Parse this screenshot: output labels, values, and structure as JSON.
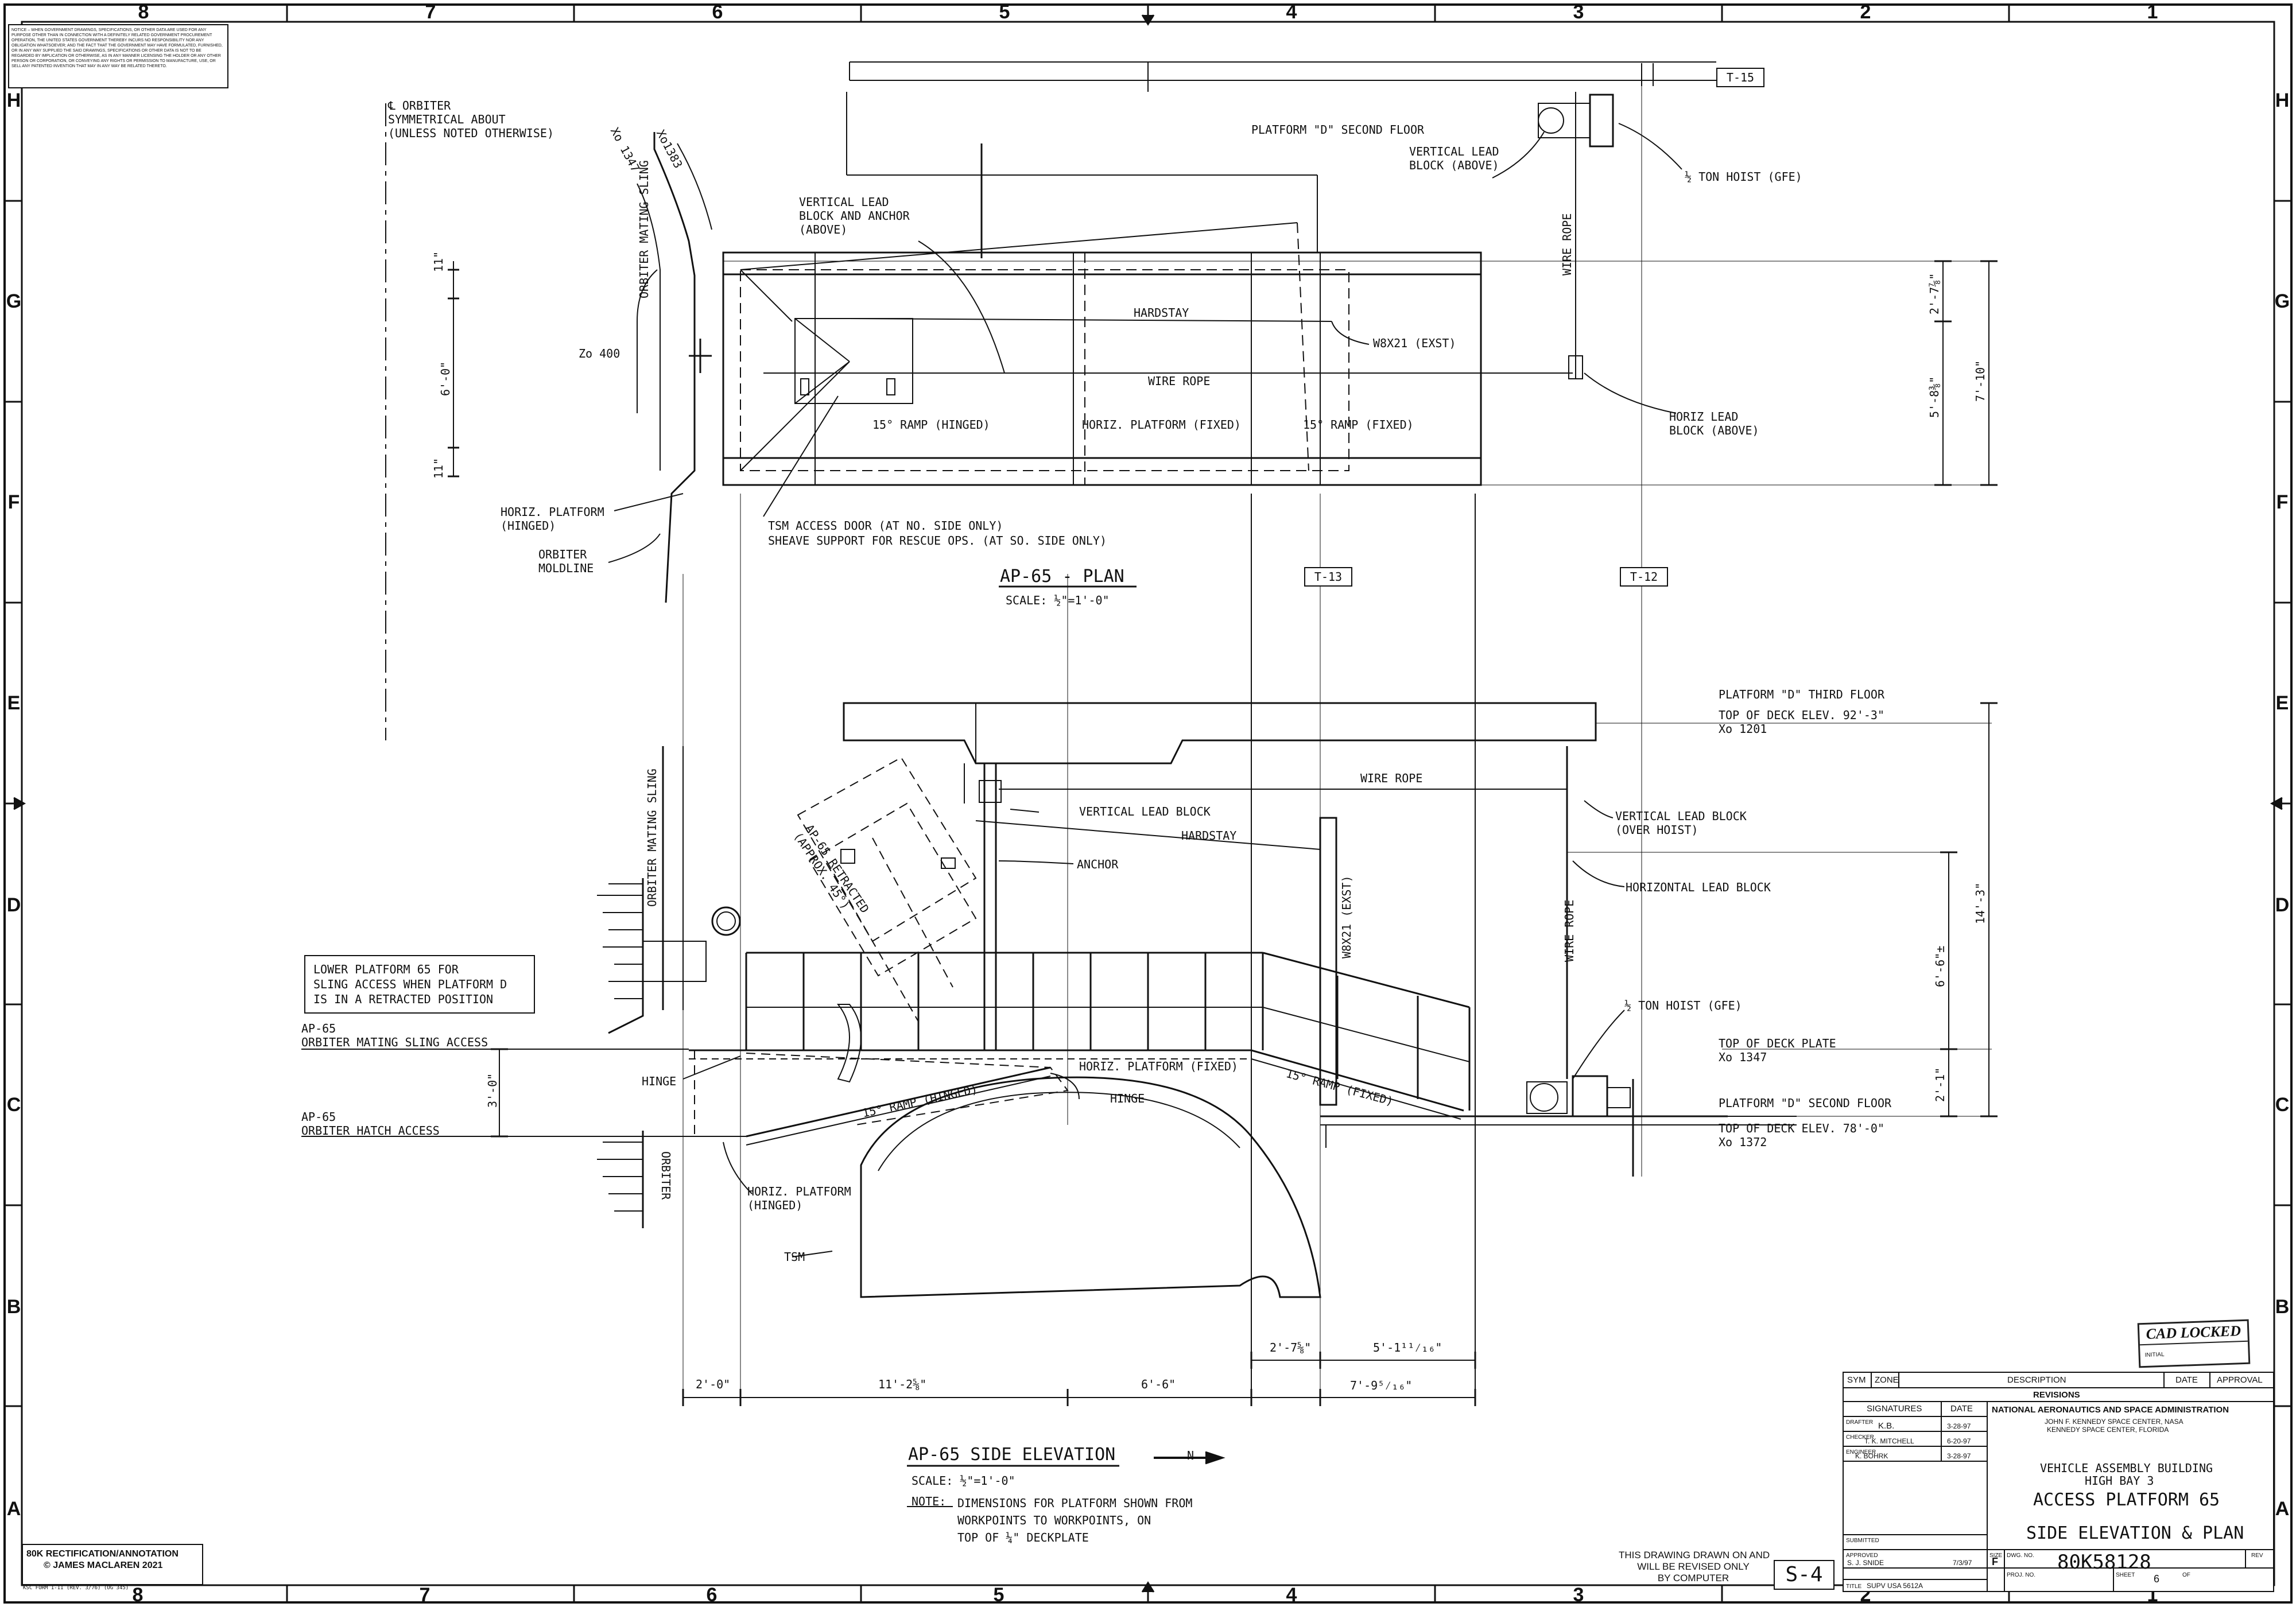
{
  "sheet": {
    "zone_columns": [
      "8",
      "7",
      "6",
      "5",
      "4",
      "3",
      "2",
      "1"
    ],
    "zone_rows": [
      "H",
      "G",
      "F",
      "E",
      "D",
      "C",
      "B",
      "A"
    ],
    "notice_text": "NOTICE – WHEN GOVERNMENT DRAWINGS, SPECIFICATIONS, OR OTHER DATA ARE USED FOR ANY PURPOSE OTHER THAN IN CONNECTION WITH A DEFINITELY RELATED GOVERNMENT PROCUREMENT OPERATION, THE UNITED STATES GOVERNMENT THEREBY INCURS NO RESPONSIBILITY NOR ANY OBLIGATION WHATSOEVER; AND THE FACT THAT THE GOVERNMENT MAY HAVE FORMULATED, FURNISHED, OR IN ANY WAY SUPPLIED THE SAID DRAWINGS, SPECIFICATIONS OR OTHER DATA IS NOT TO BE REGARDED BY IMPLICATION OR OTHERWISE, AS IN ANY MANNER LICENSING THE HOLDER OR ANY OTHER PERSON OR CORPORATION, OR CONVEYING ANY RIGHTS OR PERMISSION TO MANUFACTURE, USE, OR SELL ANY PATENTED INVENTION THAT MAY IN ANY WAY BE RELATED THERETO.",
    "rectification_line1": "80K RECTIFICATION/ANNOTATION",
    "rectification_line2": "© JAMES MACLAREN 2021",
    "form_number": "KSC FORM 1-11 (REV. 3/76) (OG 345)"
  },
  "plan": {
    "title": "AP-65 - PLAN",
    "scale": "SCALE: ½\"=1'-0\"",
    "centerline_note": "℄ ORBITER\nSYMMETRICAL ABOUT\n(UNLESS NOTED OTHERWISE)",
    "labels": {
      "xo1347": "Xo 1347",
      "xo1383": "Xo1383",
      "sling": "ORBITER MATING SLING",
      "zo400": "Zo 400",
      "vertical_lead_anchor": "VERTICAL LEAD\nBLOCK AND ANCHOR\n(ABOVE)",
      "platform_d_second": "PLATFORM \"D\" SECOND FLOOR",
      "vertical_lead_above": "VERTICAL LEAD\nBLOCK (ABOVE)",
      "half_ton_hoist": "½ TON HOIST (GFE)",
      "wire_rope_vert": "WIRE ROPE",
      "hardstay": "HARDSTAY",
      "w8x21": "W8X21 (EXST)",
      "wire_rope": "WIRE ROPE",
      "horiz_lead_above": "HORIZ LEAD\nBLOCK (ABOVE)",
      "ramp_hinged": "15° RAMP (HINGED)",
      "horiz_fixed": "HORIZ. PLATFORM (FIXED)",
      "ramp_fixed": "15° RAMP (FIXED)",
      "horiz_hinged": "HORIZ. PLATFORM\n(HINGED)",
      "moldline": "ORBITER\nMOLDLINE",
      "tsm_door": "TSM ACCESS DOOR (AT NO. SIDE ONLY)",
      "sheave": "SHEAVE SUPPORT FOR RESCUE OPS. (AT SO. SIDE ONLY)"
    },
    "dims": {
      "d11a": "11\"",
      "d6": "6'-0\"",
      "d11b": "11\"",
      "d2_7": "2'-7⅞\"",
      "d5_8": "5'-8⅜\"",
      "d7_10": "7'-10\""
    },
    "tags": {
      "t15": "T-15",
      "t13": "T-13",
      "t12": "T-12"
    }
  },
  "elevation": {
    "title": "AP-65 SIDE ELEVATION",
    "scale": "SCALE: ½\"=1'-0\"",
    "note_label": "NOTE:",
    "note_text": "DIMENSIONS FOR PLATFORM SHOWN FROM\nWORKPOINTS TO WORKPOINTS, ON\nTOP OF ¼\" DECKPLATE",
    "north": "N",
    "labels": {
      "platform_d_third": "PLATFORM \"D\" THIRD FLOOR",
      "top_deck_92": "TOP OF DECK ELEV. 92'-3\"\nXo 1201",
      "wire_rope": "WIRE ROPE",
      "vlb": "VERTICAL LEAD BLOCK",
      "vlb_over": "VERTICAL LEAD BLOCK\n(OVER HOIST)",
      "hardstay": "HARDSTAY",
      "anchor": "ANCHOR",
      "horiz_lead": "HORIZONTAL LEAD BLOCK",
      "retracted": "AP-65 RETRACTED\n(APPROX. 45°)",
      "sling": "ORBITER MATING SLING",
      "w8x21": "W8X21 (EXST)",
      "wire_rope_vert": "WIRE ROPE",
      "hoist": "½ TON HOIST (GFE)",
      "top_deck_plate": "TOP OF DECK PLATE\nXo 1347",
      "platform_d_second": "PLATFORM \"D\" SECOND FLOOR",
      "top_deck_78": "TOP OF DECK ELEV. 78'-0\"\nXo 1372",
      "ap65_sling": "AP-65\nORBITER MATING SLING ACCESS",
      "ap65_hatch": "AP-65\nORBITER HATCH ACCESS",
      "hinge1": "HINGE",
      "hinge2": "HINGE",
      "horiz_fixed": "HORIZ. PLATFORM (FIXED)",
      "ramp_hinged": "15° RAMP (HINGED)",
      "ramp_fixed": "15° RAMP (FIXED)",
      "horiz_hinged": "HORIZ. PLATFORM\n(HINGED)",
      "orbiter": "ORBITER",
      "tsm": "TSM"
    },
    "lower_note": "LOWER PLATFORM 65 FOR\nSLING ACCESS WHEN PLATFORM D\nIS IN A RETRACTED POSITION",
    "dims": {
      "d3_0": "3'-0\"",
      "d14_3": "14'-3\"",
      "d6_6": "6'-6\"±",
      "d2_1": "2'-1\"",
      "d2_0": "2'-0\"",
      "d11_2": "11'-2⅝\"",
      "d6_6b": "6'-6\"",
      "d2_7": "2'-7⅝\"",
      "d5_1": "5'-1¹¹⁄₁₆\"",
      "d7_9": "7'-9⁵⁄₁₆\""
    }
  },
  "titleblock": {
    "revisions_head": [
      "SYM",
      "ZONE",
      "DESCRIPTION",
      "DATE",
      "APPROVAL"
    ],
    "revisions_label": "REVISIONS",
    "signatures_label": "SIGNATURES",
    "date_label": "DATE",
    "rows": [
      {
        "role": "DRAFTER",
        "name": "K.B.",
        "date": "3-28-97"
      },
      {
        "role": "CHECKER",
        "name": "T. K. MITCHELL",
        "date": "6-20-97"
      },
      {
        "role": "ENGINEER",
        "name": "K. BOHRK",
        "date": "3-28-97"
      }
    ],
    "submitted_label": "SUBMITTED",
    "approved_label": "APPROVED",
    "approved_name": "S. J. SNIDE",
    "approved_date": "7/3/97",
    "title_label": "TITLE",
    "title_value": "SUPV USA 5612A",
    "agency": "NATIONAL AERONAUTICS AND SPACE ADMINISTRATION",
    "center1": "JOHN F. KENNEDY SPACE CENTER, NASA",
    "center2": "KENNEDY SPACE CENTER, FLORIDA",
    "building1": "VEHICLE ASSEMBLY BUILDING",
    "building2": "HIGH BAY 3",
    "drawing_title1": "ACCESS PLATFORM 65",
    "drawing_title2": "SIDE ELEVATION & PLAN",
    "size_label": "SIZE",
    "size_value": "F",
    "dwg_label": "DWG. NO.",
    "dwg_value": "80K58128",
    "rev_label": "REV",
    "proj_label": "PROJ. NO.",
    "sheet_label": "SHEET",
    "sheet_value": "6",
    "of_label": "OF",
    "computer_note": "THIS DRAWING DRAWN ON AND\nWILL BE REVISED ONLY\nBY COMPUTER",
    "sheet_code": "S-4",
    "cad_locked": "CAD LOCKED",
    "initial_label": "INITIAL"
  }
}
